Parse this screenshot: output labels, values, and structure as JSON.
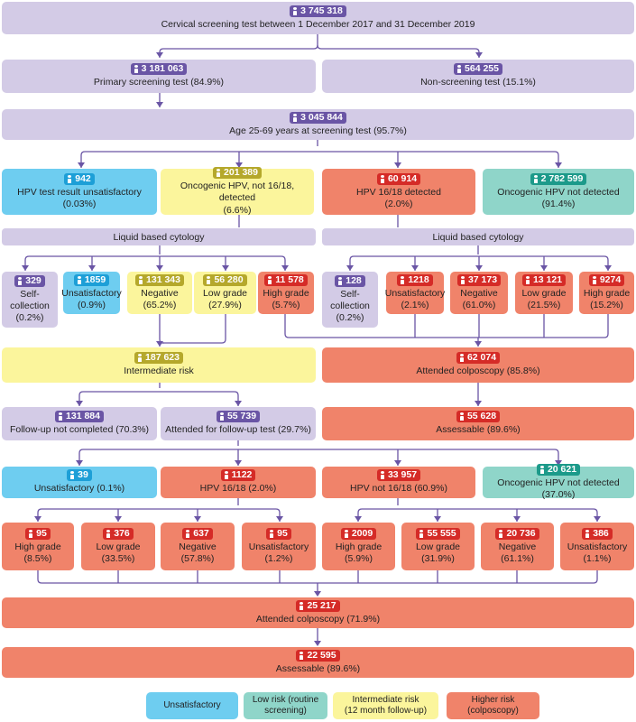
{
  "colors": {
    "purple": "#d3cbe6",
    "blue": "#6ecdf0",
    "yellow": "#fbf59c",
    "red": "#f0836a",
    "teal": "#8fd5c9",
    "line": "#6a55a5"
  },
  "top": {
    "n": "3 745 318",
    "label": "Cervical screening test between 1 December 2017 and 31 December 2019"
  },
  "primary": {
    "n": "3 181 063",
    "label": "Primary screening test (84.9%)"
  },
  "nonscreen": {
    "n": "564 255",
    "label": "Non-screening test (15.1%)"
  },
  "age": {
    "n": "3 045 844",
    "label": "Age 25-69 years at screening test (95.7%)"
  },
  "hpv": [
    {
      "n": "942",
      "l1": "HPV test result unsatisfactory",
      "l2": "(0.03%)"
    },
    {
      "n": "201 389",
      "l1": "Oncogenic HPV, not 16/18, detected",
      "l2": "(6.6%)"
    },
    {
      "n": "60 914",
      "l1": "HPV 16/18 detected",
      "l2": "(2.0%)"
    },
    {
      "n": "2 782 599",
      "l1": "Oncogenic HPV not detected",
      "l2": "(91.4%)"
    }
  ],
  "lbc_left": "Liquid based cytology",
  "lbc_right": "Liquid based cytology",
  "cyto_left": [
    {
      "n": "329",
      "l1": "Self-",
      "l2": "collection",
      "l3": "(0.2%)"
    },
    {
      "n": "1859",
      "l1": "Unsatisfactory",
      "l2": "(0.9%)",
      "l3": ""
    },
    {
      "n": "131 343",
      "l1": "Negative",
      "l2": "(65.2%)",
      "l3": ""
    },
    {
      "n": "56 280",
      "l1": "Low grade",
      "l2": "(27.9%)",
      "l3": ""
    },
    {
      "n": "11 578",
      "l1": "High grade",
      "l2": "(5.7%)",
      "l3": ""
    }
  ],
  "cyto_right": [
    {
      "n": "128",
      "l1": "Self-",
      "l2": "collection",
      "l3": "(0.2%)"
    },
    {
      "n": "1218",
      "l1": "Unsatisfactory",
      "l2": "(2.1%)",
      "l3": ""
    },
    {
      "n": "37 173",
      "l1": "Negative",
      "l2": "(61.0%)",
      "l3": ""
    },
    {
      "n": "13 121",
      "l1": "Low grade",
      "l2": "(21.5%)",
      "l3": ""
    },
    {
      "n": "9274",
      "l1": "High grade",
      "l2": "(15.2%)",
      "l3": ""
    }
  ],
  "intermediate": {
    "n": "187 623",
    "label": "Intermediate risk"
  },
  "colpo1": {
    "n": "62 074",
    "label": "Attended colposcopy (85.8%)"
  },
  "fu_not": {
    "n": "131 884",
    "label": "Follow-up not completed (70.3%)"
  },
  "fu_att": {
    "n": "55 739",
    "label": "Attended for follow-up test (29.7%)"
  },
  "assess1": {
    "n": "55 628",
    "label": "Assessable (89.6%)"
  },
  "fu_res": [
    {
      "n": "39",
      "label": "Unsatisfactory (0.1%)"
    },
    {
      "n": "1122",
      "label": "HPV 16/18 (2.0%)"
    },
    {
      "n": "33 957",
      "label": "HPV not 16/18 (60.9%)"
    },
    {
      "n": "20 621",
      "label": "Oncogenic HPV not detected (37.0%)"
    }
  ],
  "grades": [
    {
      "n": "95",
      "l1": "High grade",
      "l2": "(8.5%)"
    },
    {
      "n": "376",
      "l1": "Low grade",
      "l2": "(33.5%)"
    },
    {
      "n": "637",
      "l1": "Negative",
      "l2": "(57.8%)"
    },
    {
      "n": "95",
      "l1": "Unsatisfactory",
      "l2": "(1.2%)"
    },
    {
      "n": "2009",
      "l1": "High grade",
      "l2": "(5.9%)"
    },
    {
      "n": "55 555",
      "l1": "Low grade",
      "l2": "(31.9%)"
    },
    {
      "n": "20 736",
      "l1": "Negative",
      "l2": "(61.1%)"
    },
    {
      "n": "386",
      "l1": "Unsatisfactory",
      "l2": "(1.1%)"
    }
  ],
  "colpo2": {
    "n": "25 217",
    "label": "Attended colposcopy (71.9%)"
  },
  "assess2": {
    "n": "22 595",
    "label": "Assessable (89.6%)"
  },
  "legend": [
    {
      "l1": "Unsatisfactory",
      "l2": ""
    },
    {
      "l1": "Low risk (routine",
      "l2": "screening)"
    },
    {
      "l1": "Intermediate risk",
      "l2": "(12 month follow-up)"
    },
    {
      "l1": "Higher risk",
      "l2": "(colposcopy)"
    }
  ]
}
